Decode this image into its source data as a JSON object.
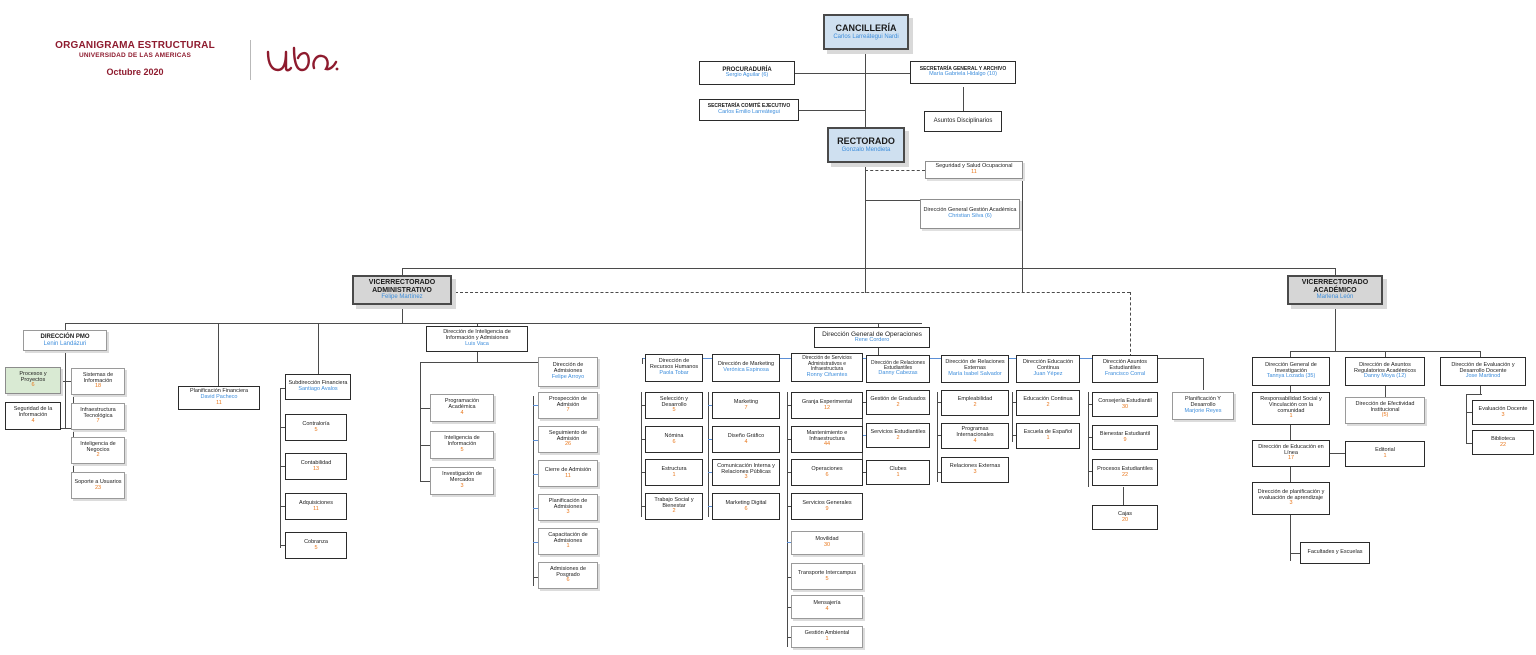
{
  "header": {
    "line1": "ORGANIGRAMA ESTRUCTURAL",
    "line2": "UNIVERSIDAD DE LAS AMERICAS",
    "line3": "Octubre 2020",
    "logo_alt": "udla-logo",
    "brand_color": "#8e1b2e",
    "person_color": "#3d8ddb",
    "count_color": "#e8761b"
  },
  "nodes": {
    "cancilleria": {
      "title": "CANCILLERÍA",
      "person": "Carlos Larreátegui Nardi"
    },
    "rectorado": {
      "title": "RECTORADO",
      "person": "Gonzalo Mendieta"
    },
    "procuraduria": {
      "title": "PROCURADURÍA",
      "person": "Sergio Aguilar (6)"
    },
    "secretaria_general": {
      "title": "SECRETARÍA GENERAL Y ARCHIVO",
      "person": "María Gabriela Hidalgo (10)"
    },
    "secretaria_comite": {
      "title": "SECRETARÍA COMITÉ EJECUTIVO",
      "person": "Carlos Emilio Larreátegui"
    },
    "asuntos_disc": {
      "title": "Asuntos Disciplinarios"
    },
    "seguridad_salud": {
      "title": "Seguridad y Salud Ocupacional",
      "count": "11"
    },
    "dggacademica": {
      "title": "Dirección General Gestión Académica",
      "person": "Christian Silva (6)"
    },
    "vice_admin": {
      "title": "VICERRECTORADO ADMINISTRATIVO",
      "person": "Felipe Martínez"
    },
    "vice_acad": {
      "title": "VICERRECTORADO ACADÉMICO",
      "person": "Marlena León"
    },
    "pmo": {
      "title": "DIRECCIÓN PMO",
      "person": "Lenin Landázuri"
    },
    "procesos_proy": {
      "title": "Procesos y Proyectos",
      "count": "6"
    },
    "seguridad_info": {
      "title": "Seguridad de la Información",
      "count": "4"
    },
    "sistemas_info": {
      "title": "Sistemas de Información",
      "count": "18"
    },
    "infra_tec": {
      "title": "Infraestructura Tecnológica",
      "count": "7"
    },
    "intel_negocios": {
      "title": "Inteligencia de Negocios",
      "count": "2"
    },
    "soporte_usuarios": {
      "title": "Soporte a Usuarios",
      "count": "23"
    },
    "planif_financiera": {
      "title": "Planificación Financiera",
      "person": "David Pacheco",
      "count": "11"
    },
    "subdir_financiera": {
      "title": "Subdirección Financiera",
      "person": "Santiago Avalos"
    },
    "contraloria": {
      "title": "Contraloría",
      "count": "5"
    },
    "contabilidad": {
      "title": "Contabilidad",
      "count": "13"
    },
    "adquisiciones": {
      "title": "Adquisiciones",
      "count": "11"
    },
    "cobranza": {
      "title": "Cobranza",
      "count": "5"
    },
    "dii": {
      "title": "Dirección de Inteligencia de Información y Admisiones",
      "person": "Luis Vaca"
    },
    "prog_academica": {
      "title": "Programación Académica",
      "count": "4"
    },
    "intel_informacion": {
      "title": "Inteligencia de Información",
      "count": "5"
    },
    "invest_mercados": {
      "title": "Investigación de Mercados",
      "count": "3"
    },
    "dir_admisiones": {
      "title": "Dirección de Admisiones",
      "person": "Felipe Arroyo"
    },
    "prospeccion": {
      "title": "Prospección de Admisión",
      "count": "7"
    },
    "seguimiento": {
      "title": "Seguimiento de Admisión",
      "count": "26"
    },
    "cierre": {
      "title": "Cierre de Admisión",
      "count": "11"
    },
    "planif_adm": {
      "title": "Planificación de Admisiones",
      "count": "3"
    },
    "capacitacion_adm": {
      "title": "Capacitación de Admisiones",
      "count": "1"
    },
    "adm_posgrado": {
      "title": "Admisiones de Posgrado",
      "count": "6"
    },
    "dgoperaciones": {
      "title": "Dirección General de Operaciones",
      "person": "Rene Cordero"
    },
    "drrhh": {
      "title": "Dirección de Recursos Humanos",
      "person": "Paola Tobar"
    },
    "seleccion_des": {
      "title": "Selección y Desarrollo",
      "count": "5"
    },
    "nomina": {
      "title": "Nómina",
      "count": "6"
    },
    "estructura": {
      "title": "Estructura",
      "count": "1"
    },
    "trabajo_social": {
      "title": "Trabajo Social y Bienestar",
      "count": "2"
    },
    "dmarketing": {
      "title": "Dirección de Marketing",
      "person": "Verónica Espinosa"
    },
    "marketing": {
      "title": "Marketing",
      "count": "7"
    },
    "diseno_grafico": {
      "title": "Diseño Gráfico",
      "count": "4"
    },
    "comunicacion": {
      "title": "Comunicación Interna y Relaciones Públicas",
      "count": "3"
    },
    "marketing_digital": {
      "title": "Marketing Digital",
      "count": "6"
    },
    "dservicios": {
      "title": "Dirección de Servicios Administrativos e Infraestructura",
      "person": "Ronny Cifuentes"
    },
    "granja": {
      "title": "Granja Experimental",
      "count": "12"
    },
    "mantenimiento": {
      "title": "Mantenimiento e Infraestructura",
      "count": "44"
    },
    "operaciones": {
      "title": "Operaciones",
      "count": "6"
    },
    "servicios_gen": {
      "title": "Servicios Generales",
      "count": "9"
    },
    "movilidad": {
      "title": "Movilidad",
      "count": "30"
    },
    "transporte": {
      "title": "Transporte Intercampus",
      "count": "5"
    },
    "mensajeria": {
      "title": "Mensajería",
      "count": "4"
    },
    "gestion_ambiental": {
      "title": "Gestión Ambiental",
      "count": "1"
    },
    "drel_estudiantiles": {
      "title": "Dirección de Relaciones Estudiantiles",
      "person": "Danny Cabezas"
    },
    "gestion_graduados": {
      "title": "Gestión de Graduados",
      "count": "2"
    },
    "servicios_est": {
      "title": "Servicios Estudiantiles",
      "count": "2"
    },
    "clubes": {
      "title": "Clubes",
      "count": "1"
    },
    "drel_externas": {
      "title": "Dirección de Relaciones Externas",
      "person": "María Isabel Salvador"
    },
    "empleabilidad": {
      "title": "Empleabilidad",
      "count": "2"
    },
    "prog_internacional": {
      "title": "Programas Internacionales",
      "count": "4"
    },
    "rel_externas": {
      "title": "Relaciones Externas",
      "count": "3"
    },
    "deduc_continua": {
      "title": "Dirección Educación Continua",
      "person": "Juan Yépez"
    },
    "educ_continua": {
      "title": "Educación Continua",
      "count": "2"
    },
    "escuela_espanol": {
      "title": "Escuela de Español",
      "count": "1"
    },
    "dasuntos_est": {
      "title": "Dirección Asuntos Estudiantiles",
      "person": "Francisco Corral"
    },
    "consejeria": {
      "title": "Consejería Estudiantil",
      "count": "30"
    },
    "bienestar_est": {
      "title": "Bienestar Estudiantil",
      "count": "9"
    },
    "procesos_est": {
      "title": "Procesos Estudiantiles",
      "count": "22"
    },
    "cajas": {
      "title": "Cajas",
      "count": "20"
    },
    "planif_desarrollo": {
      "title": "Planificación Y Desarrollo",
      "person": "Marjorie Reyes"
    },
    "dg_investigacion": {
      "title": "Dirección General de Investigación",
      "person": "Tannya Lozada (35)"
    },
    "resp_social": {
      "title": "Responsabilidad Social y Vinculación con la comunidad",
      "count": "1"
    },
    "deduc_linea": {
      "title": "Dirección de Educación en Línea",
      "count": "17"
    },
    "dplanif_eval": {
      "title": "Dirección de planificación y evaluación de aprendizaje",
      "count": "3"
    },
    "facultades": {
      "title": "Facultades y Escuelas"
    },
    "dasuntos_reg": {
      "title": "Dirección de Asuntos Regulatorios Académicos",
      "person": "Danny Moya (12)"
    },
    "defectividad": {
      "title": "Dirección de Efectividad Institucional",
      "count": "(5)"
    },
    "editorial": {
      "title": "Editorial",
      "count": "1"
    },
    "deval_docente": {
      "title": "Dirección de Evaluación y Desarrollo Docente",
      "person": "Jose Martinod"
    },
    "eval_docente": {
      "title": "Evaluación Docente",
      "count": "3"
    },
    "biblioteca": {
      "title": "Biblioteca",
      "count": "22"
    }
  }
}
